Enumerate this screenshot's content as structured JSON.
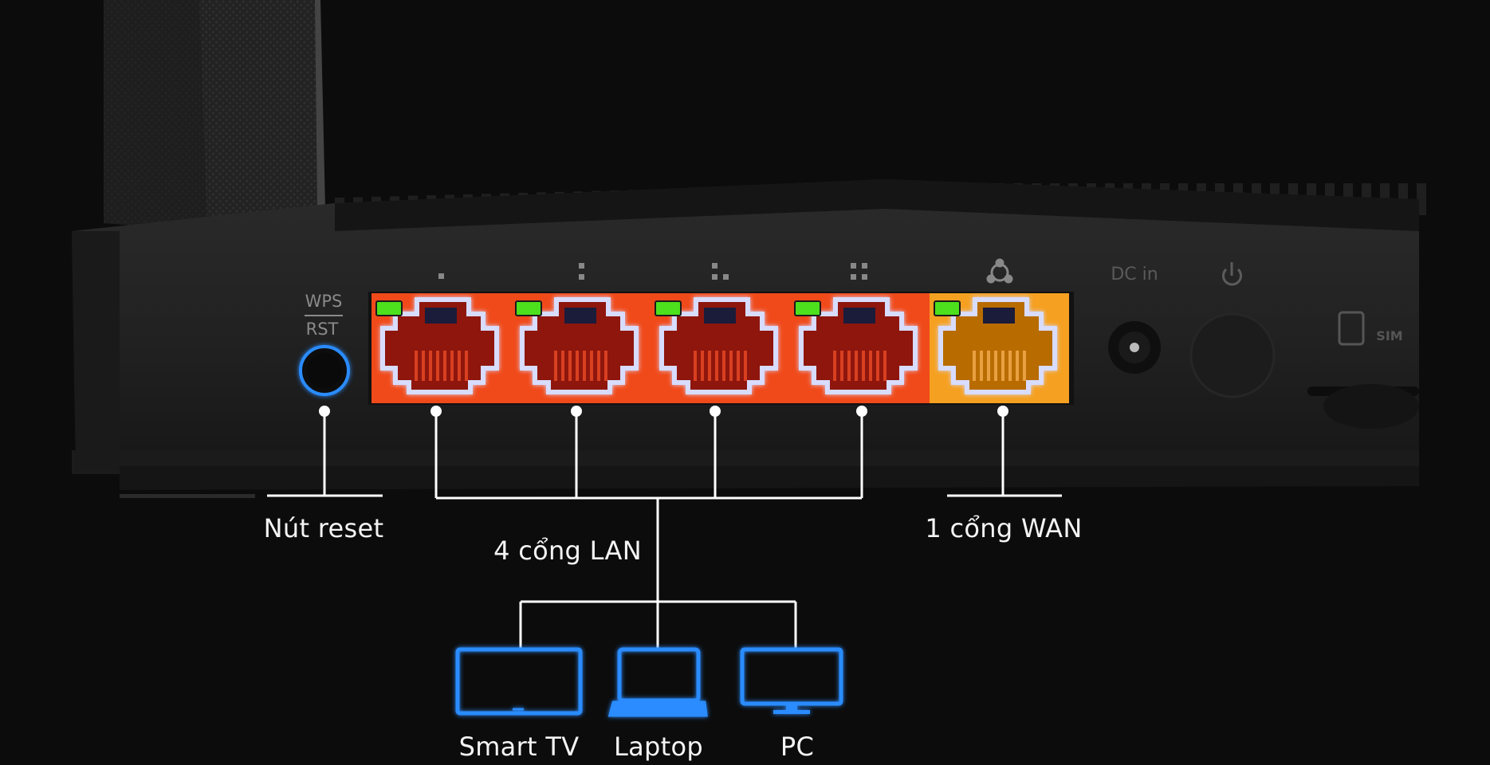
{
  "router": {
    "wps_label": "WPS",
    "rst_label": "RST",
    "dc_label": "DC in",
    "sim_label": "SIM"
  },
  "labels": {
    "reset": "Nút reset",
    "lan": "4 cổng LAN",
    "wan": "1 cổng WAN"
  },
  "devices": [
    {
      "label": "Smart TV",
      "icon": "tv-icon"
    },
    {
      "label": "Laptop",
      "icon": "laptop-icon"
    },
    {
      "label": "PC",
      "icon": "desktop-monitor-icon"
    }
  ],
  "colors": {
    "lan_port_fill": "#f04a1a",
    "wan_port_fill": "#f5a020",
    "port_glow": "#d8dcff",
    "led_green": "#4de01c",
    "device_outline": "#2a8cff",
    "connector_line": "#ffffff",
    "background": "#0c0c0c"
  }
}
